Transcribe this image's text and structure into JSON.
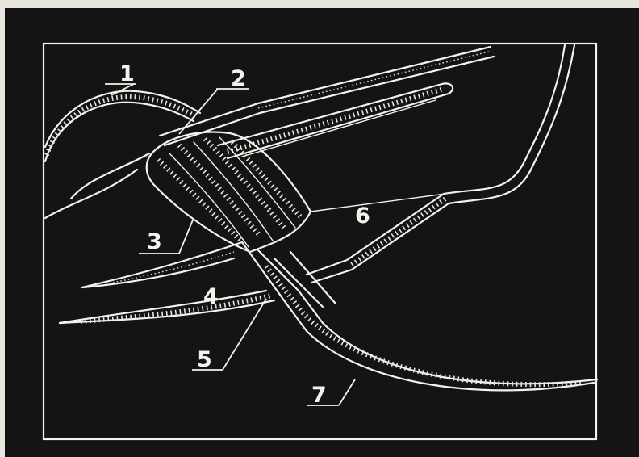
{
  "labels": {
    "l1": "1",
    "l2": "2",
    "l3": "3",
    "l4": "4",
    "l5": "5",
    "l6": "6",
    "l7": "7"
  },
  "colors": {
    "background": "#141414",
    "line": "#f4f2ec",
    "paper": "#e9e6df"
  }
}
